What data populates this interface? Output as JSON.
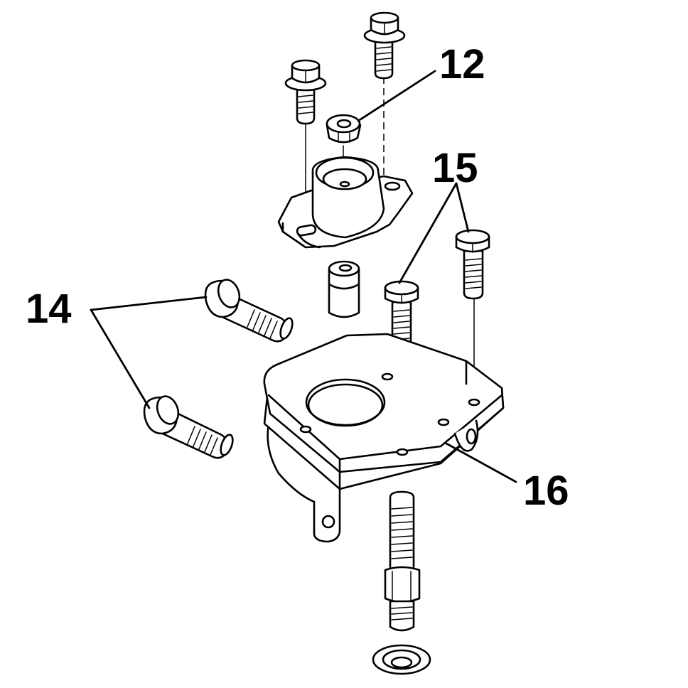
{
  "callouts": {
    "c12": "12",
    "c14": "14",
    "c15": "15",
    "c16": "16"
  }
}
